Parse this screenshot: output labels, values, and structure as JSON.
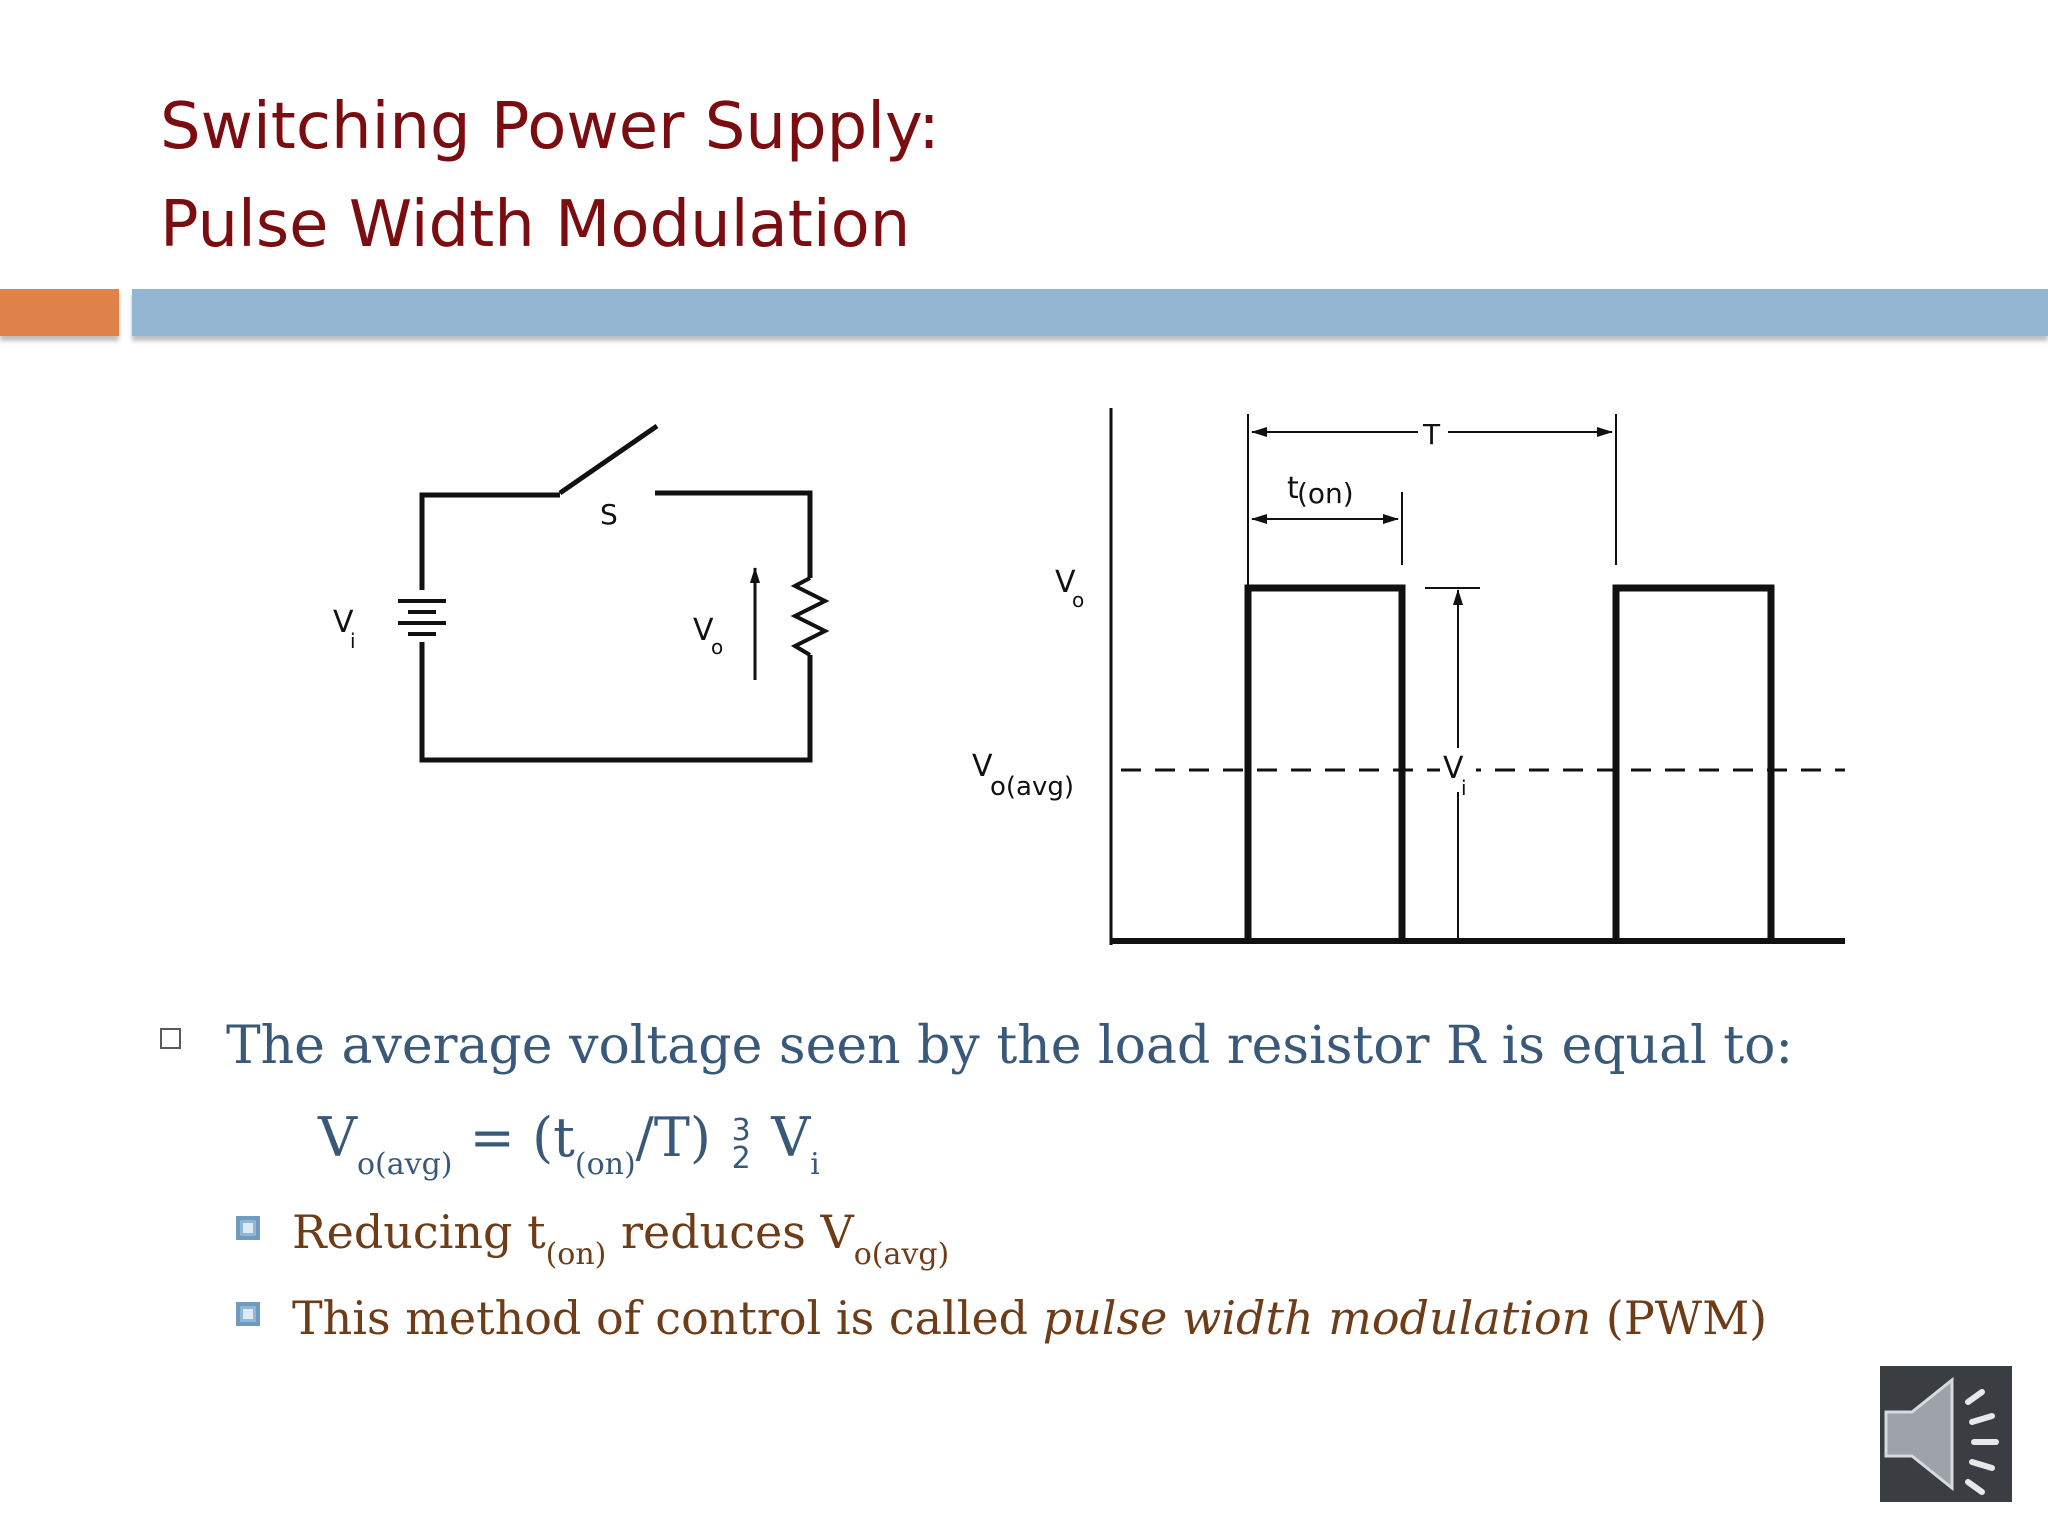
{
  "slide": {
    "title_line1": "Switching Power Supply:",
    "title_line2": "Pulse Width Modulation"
  },
  "diagram": {
    "circuit": {
      "switch_label": "S",
      "source_label": "V",
      "source_sub": "i",
      "output_label": "V",
      "output_sub": "o"
    },
    "waveform": {
      "period_label": "T",
      "on_time_label": "t",
      "on_time_sub": "(on)",
      "y_high_label": "V",
      "y_high_sub": "o",
      "y_avg_label": "V",
      "y_avg_sub": "o(avg)",
      "amplitude_label": "V",
      "amplitude_sub": "i"
    }
  },
  "content": {
    "bullet1": "The average voltage seen by the load resistor R is equal to:",
    "formula": {
      "lhs": "V",
      "lhs_sub": "o(avg)",
      "eq": " = (t",
      "ton_sub": "(on)",
      "over_t": "/T) ",
      "frac_num": "3",
      "frac_den": "2",
      "rhs": " V",
      "rhs_sub": "i"
    },
    "sub1": {
      "pre": "Reducing t",
      "pre_sub": "(on)",
      "mid": " reduces V",
      "mid_sub": "o(avg)"
    },
    "sub2": {
      "pre": "This method of control is called ",
      "em": "pulse width modulation",
      "post": " (PWM)"
    }
  },
  "theme": {
    "title_color": "#7b0c10",
    "accent_orange": "#e0834a",
    "accent_blue": "#93b6d2",
    "bullet_text_color": "#39597a",
    "sub_bullet_text_color": "#6e3d18"
  },
  "controls": {
    "speaker_icon": "speaker-icon"
  }
}
